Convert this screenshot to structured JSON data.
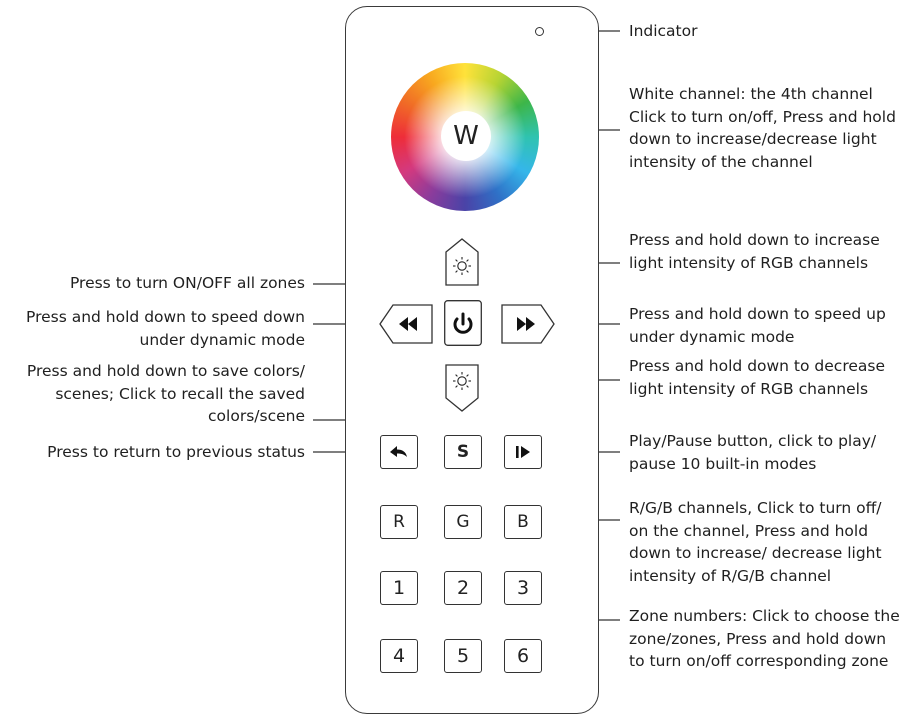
{
  "remote": {
    "white_button_label": "W",
    "scene_button_label": "S",
    "channel_buttons": [
      "R",
      "G",
      "B"
    ],
    "zone_buttons": [
      "1",
      "2",
      "3",
      "4",
      "5",
      "6"
    ]
  },
  "icons": {
    "power": "power-icon",
    "rewind": "rewind-icon",
    "fast_forward": "fast-forward-icon",
    "brightness_up": "sun-icon",
    "brightness_down": "sun-icon",
    "back": "back-arrow-icon",
    "play_pause": "play-pause-icon"
  },
  "annotations": {
    "indicator": [
      "Indicator"
    ],
    "white_channel": [
      "White channel: the 4th channel",
      "Click to turn on/off, Press and hold",
      "down to increase/decrease light",
      "intensity of the channel"
    ],
    "brightness_up": [
      "Press and hold down to increase",
      "light intensity of RGB channels"
    ],
    "power": [
      "Press to turn ON/OFF all zones"
    ],
    "speed_down": [
      "Press and hold down to speed down",
      "under dynamic mode"
    ],
    "speed_up": [
      "Press and hold down to speed up",
      "under dynamic mode"
    ],
    "brightness_down": [
      "Press and hold down to decrease",
      "light intensity of RGB channels"
    ],
    "save_scene": [
      "Press and hold down to save colors/",
      "scenes; Click to recall the saved",
      "colors/scene"
    ],
    "back": [
      "Press to return to previous status"
    ],
    "play_pause": [
      "Play/Pause button, click to play/",
      "pause 10 built-in modes"
    ],
    "rgb_channels": [
      "R/G/B channels, Click to turn off/",
      "on the channel, Press and hold",
      "down to increase/ decrease light",
      "intensity of R/G/B channel"
    ],
    "zones": [
      "Zone numbers: Click to choose the",
      "zone/zones, Press and hold down",
      "to turn on/off corresponding zone"
    ]
  }
}
